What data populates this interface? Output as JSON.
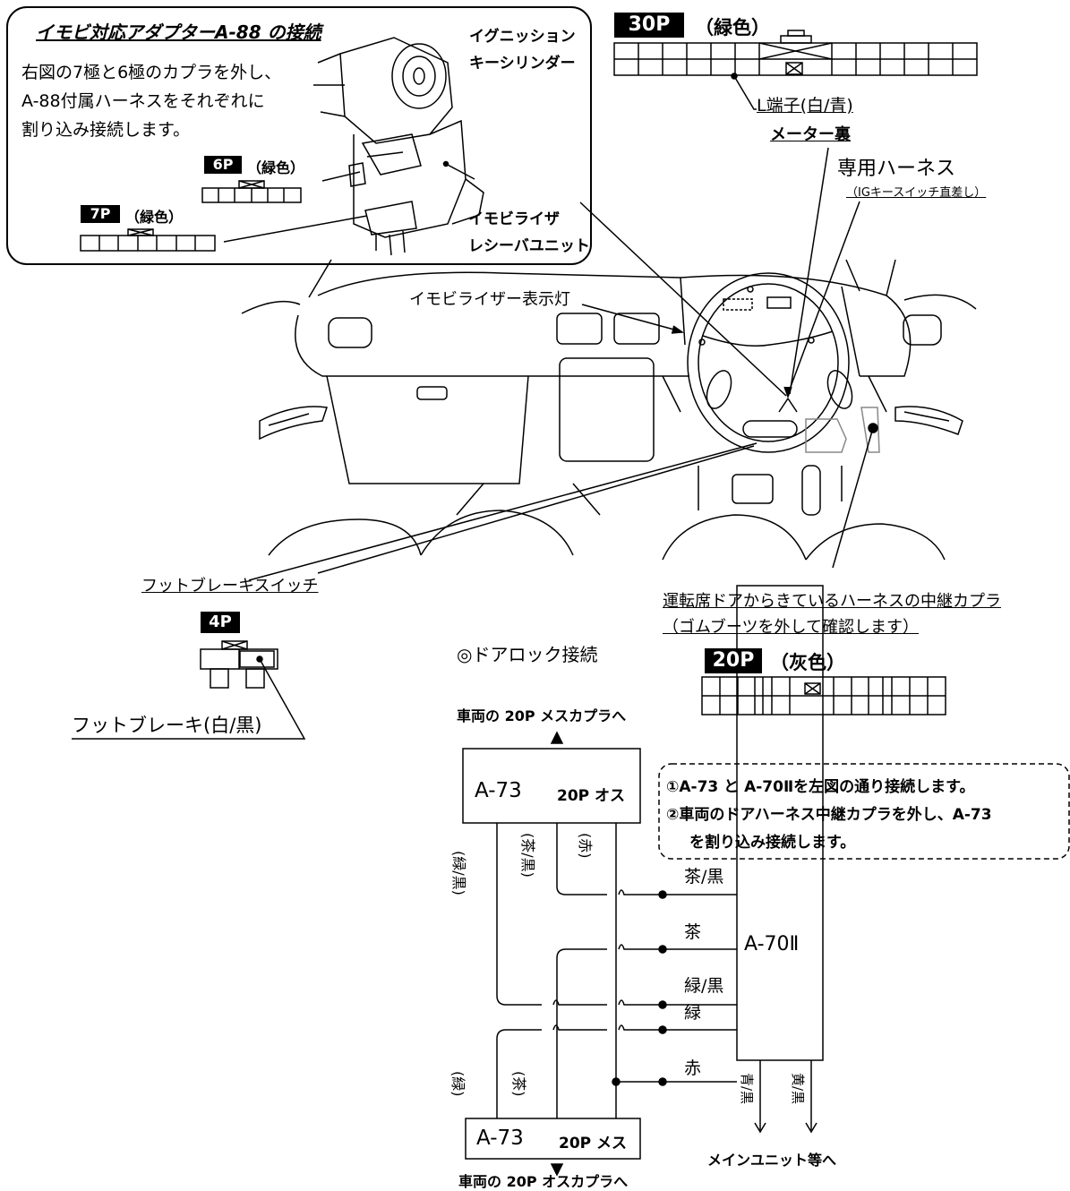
{
  "inset": {
    "title": "イモビ対応アダプターA-88 の接続",
    "desc": [
      "右図の7極と6極のカプラを外し、",
      "A-88付属ハーネスをそれぞれに",
      "割り込み接続します。"
    ],
    "ignition_label": [
      "イグニッション",
      "キーシリンダー"
    ],
    "receiver_label": [
      "イモビライザ",
      "レシーバユニット"
    ],
    "conn6": {
      "pins": "6P",
      "color": "（緑色）"
    },
    "conn7": {
      "pins": "7P",
      "color": "（緑色）"
    }
  },
  "meter": {
    "pins": "30P",
    "color": "（緑色）",
    "terminal_label": "L端子(白/青)",
    "location": "メーター裏"
  },
  "harness": {
    "label": "専用ハーネス",
    "note": "（IGキースイッチ直差し）"
  },
  "dashboard": {
    "immobi_lamp": "イモビライザー表示灯"
  },
  "foot_brake": {
    "switch_label": "フットブレーキスイッチ",
    "pins": "4P",
    "wire_label": "フットブレーキ(白/黒)"
  },
  "door_relay": {
    "line1": "運転席ドアからきているハーネスの中継カプラ",
    "line2": "（ゴムブーツを外して確認します）",
    "pins": "20P",
    "color": "（灰色）"
  },
  "door_lock": {
    "heading": "◎ドアロック接続",
    "to_female_top": "車両の 20P メスカプラへ",
    "a73_top": {
      "name": "A-73",
      "type": "20P オス"
    },
    "a73_bottom": {
      "name": "A-73",
      "type": "20P メス"
    },
    "to_male_bottom": "車両の 20P オスカプラへ",
    "wire_top": [
      "(緑/黒)",
      "(茶/黒)",
      "(赤)"
    ],
    "wire_bottom": [
      "(緑)",
      "(茶)"
    ],
    "a70_name": "A-70Ⅱ",
    "a70_wires": [
      "茶/黒",
      "茶",
      "緑/黒",
      "緑",
      "赤"
    ],
    "out_wires": [
      "青/黒",
      "黄/黒"
    ],
    "to_main": "メインユニット等へ",
    "notes": [
      "①A-73 と A-70Ⅱを左図の通り接続します。",
      "②車両のドアハーネス中継カプラを外し、A-73",
      "を割り込み接続します。"
    ]
  }
}
